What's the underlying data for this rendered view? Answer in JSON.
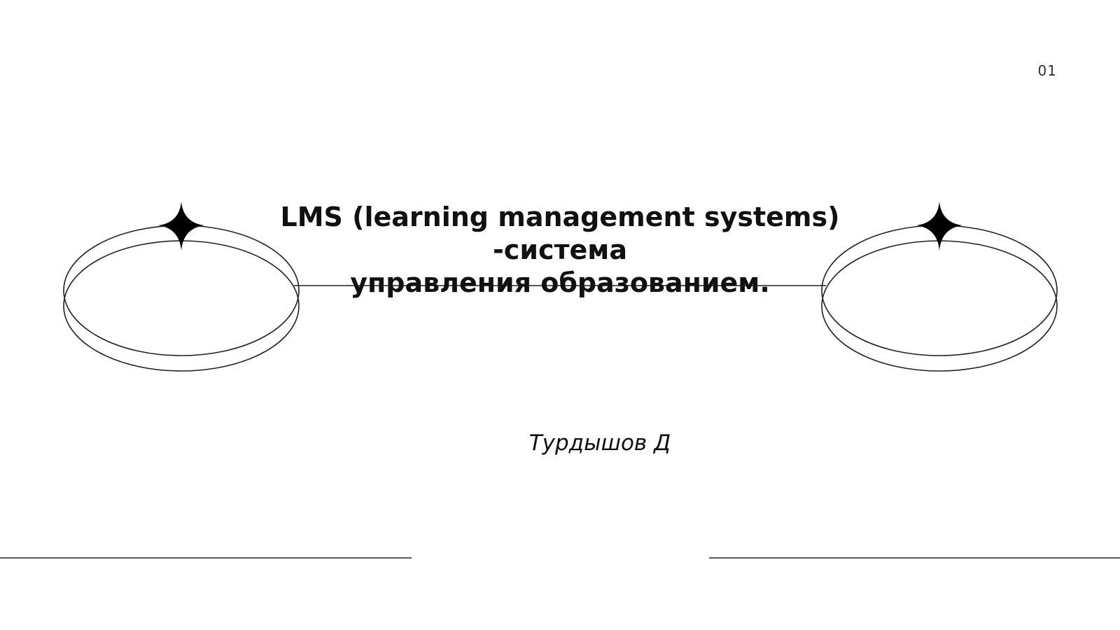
{
  "slide": {
    "page_number": "01",
    "title_line1": "LMS (learning management systems) -система",
    "title_line2": "управления образованием.",
    "author": "Турдышов Д"
  },
  "decorations": {
    "left_star_icon": "four-point-star-icon",
    "right_star_icon": "four-point-star-icon",
    "line_color": "#222222",
    "star_color": "#000000"
  }
}
